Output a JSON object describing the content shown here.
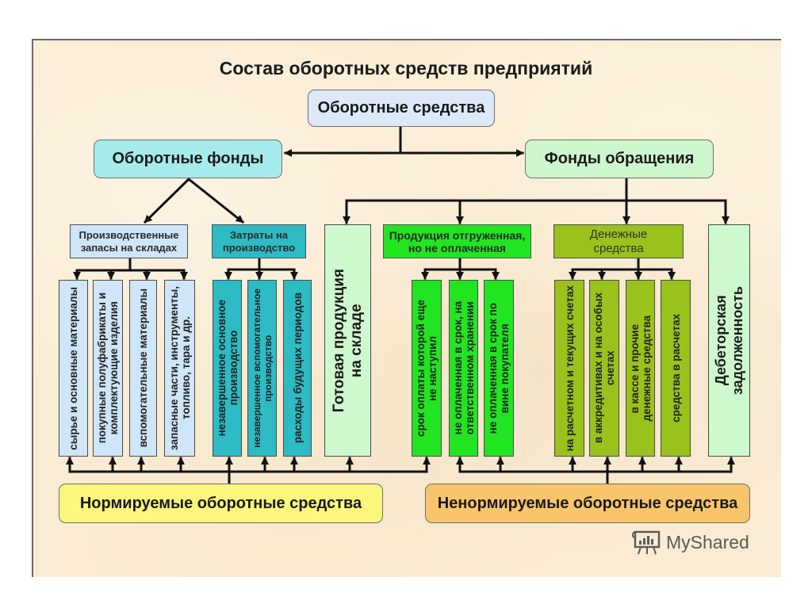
{
  "title": "Состав оборотных средств предприятий",
  "root": {
    "label": "Оборотные средства"
  },
  "working_funds": {
    "label": "Оборотные фонды",
    "production_stocks": {
      "label": "Производственные\nзапасы на складах",
      "items": [
        "сырье и основные материалы",
        "покупные полуфабрикаты и\nкомплектующие изделия",
        "вспомогательные материалы",
        "запасные части, инструменты,\nтопливо, тара и др."
      ]
    },
    "production_costs": {
      "label": "Затраты на\nпроизводство",
      "items": [
        "незавершенное основное\nпроизводство",
        "незавершенное вспомогательное\nпроизводство",
        "расходы будущих периодов"
      ]
    }
  },
  "circulation_funds": {
    "label": "Фонды обращения",
    "finished_goods": {
      "label": "Готовая продукция\nна складе"
    },
    "shipped_goods": {
      "label": "Продукция отгруженная,\nно не оплаченная",
      "items": [
        "срок оплаты которой еще\nне наступил",
        "не оплаченная в срок, на\nответственном хранении",
        "не оплаченная в срок по\nвине покупателя"
      ]
    },
    "cash": {
      "label": "Денежные\nсредства",
      "items": [
        "на расчетном и текущих счетах",
        "в аккредитивах и на особых\nсчетах",
        "в кассе и прочие\nденежные средства",
        "средства в расчетах"
      ]
    },
    "receivables": {
      "label": "Дебеторская\nзадолженность"
    }
  },
  "normed": {
    "label": "Нормируемые оборотные средства"
  },
  "non_normed": {
    "label": "Ненормируемые оборотные средства"
  },
  "watermark": {
    "text": "MyShared",
    "icon": "presentation-board-icon"
  },
  "colors": {
    "root_fill": "#dde9f8",
    "working_funds_fill": "#a6ebeb",
    "circulation_funds_fill": "#cdf7cd",
    "production_stocks_fill": "#cfe6f8",
    "production_costs_fill": "#2dbbc4",
    "finished_goods_fill": "#cef8ce",
    "shipped_goods_fill": "#22e522",
    "cash_fill": "#99c21c",
    "receivables_fill": "#cef8ce",
    "normed_fill": "#fbf67c",
    "non_normed_fill": "#f8c56b"
  }
}
